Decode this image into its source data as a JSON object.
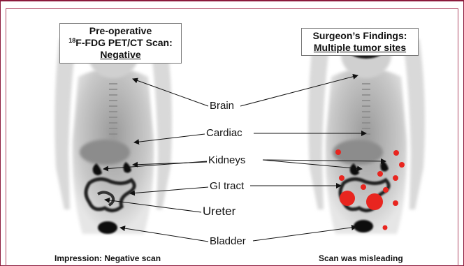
{
  "left_box": {
    "line1": "Pre-operative",
    "superscript": "18",
    "line2": "F-FDG PET/CT Scan:",
    "line3": "Negative"
  },
  "right_box": {
    "line1": "Surgeon’s Findings:",
    "line2": "Multiple tumor sites"
  },
  "labels": {
    "brain": "Brain",
    "cardiac": "Cardiac",
    "kidneys": "Kidneys",
    "gi_tract": "GI tract",
    "ureter": "Ureter",
    "bladder": "Bladder"
  },
  "captions": {
    "left": "Impression:  Negative scan",
    "right": "Scan was misleading"
  },
  "colors": {
    "frame": "#8b1a3c",
    "tumor": "#e8251f",
    "uptake": "#111111"
  }
}
